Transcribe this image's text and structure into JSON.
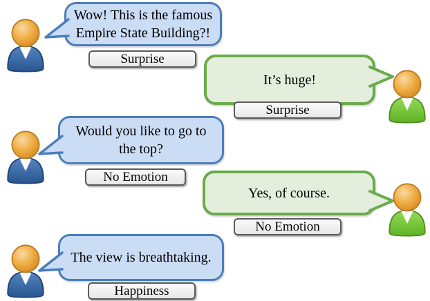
{
  "colors": {
    "blue_bubble_fill": "#cbdcf5",
    "blue_bubble_border": "#4a7ebb",
    "green_bubble_fill": "#e3eedd",
    "green_bubble_border": "#6aab4c",
    "label_fill": "#efefef",
    "label_border": "#5a5a5a",
    "avatar_head": "#efae45",
    "avatar_body_blue": "#2f5f9e",
    "avatar_body_green": "#72c82e"
  },
  "icons": {
    "left_speaker": "person-icon-blue",
    "right_speaker": "person-icon-green"
  },
  "conversation": [
    {
      "speaker": "left",
      "emotion": "Surprise",
      "lines": [
        "Wow! This is the famous",
        "Empire State Building?!"
      ]
    },
    {
      "speaker": "right",
      "emotion": "Surprise",
      "lines": [
        "It’s huge!"
      ]
    },
    {
      "speaker": "left",
      "emotion": "No Emotion",
      "lines": [
        "Would you like to go to",
        "the top?"
      ]
    },
    {
      "speaker": "right",
      "emotion": "No Emotion",
      "lines": [
        "Yes, of course."
      ]
    },
    {
      "speaker": "left",
      "emotion": "Happiness",
      "lines": [
        "The view is breathtaking."
      ]
    }
  ]
}
